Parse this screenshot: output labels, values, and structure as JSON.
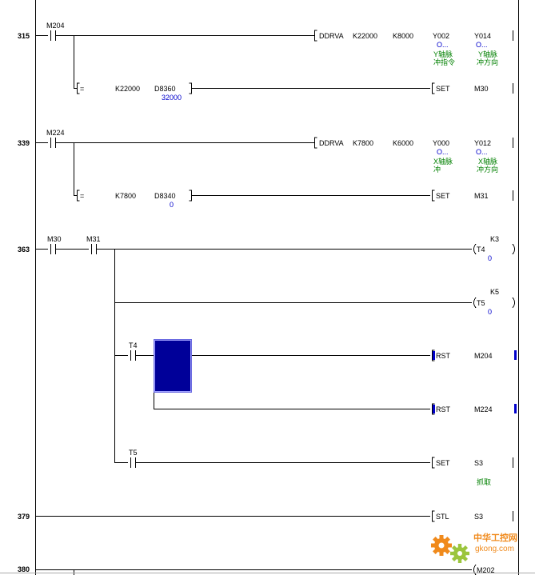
{
  "rungs": {
    "r315": {
      "step": "315",
      "contact": "M204",
      "instr": "DDRVA",
      "ops": [
        "K22000",
        "K8000",
        "Y002",
        "Y014"
      ],
      "sub1": "O...",
      "sub2": "O...",
      "cmt1a": "Y轴脉",
      "cmt1b": "冲指令",
      "cmt2a": "Y轴脉",
      "cmt2b": "冲方向",
      "cmp_op": "=",
      "cmp_k": "K22000",
      "cmp_d": "D8360",
      "cmp_d_val": "32000",
      "set": "SET",
      "set_dev": "M30"
    },
    "r339": {
      "step": "339",
      "contact": "M224",
      "instr": "DDRVA",
      "ops": [
        "K7800",
        "K6000",
        "Y000",
        "Y012"
      ],
      "sub1": "O...",
      "sub2": "O...",
      "cmt1a": "X轴脉",
      "cmt1b": "冲",
      "cmt2a": "X轴脉",
      "cmt2b": "冲方向",
      "cmp_op": "=",
      "cmp_k": "K7800",
      "cmp_d": "D8340",
      "cmp_d_val": "0",
      "set": "SET",
      "set_dev": "M31"
    },
    "r363": {
      "step": "363",
      "c1": "M30",
      "c2": "M31",
      "t4_k": "K3",
      "t4": "T4",
      "t4_val": "0",
      "t5_k": "K5",
      "t5": "T5",
      "t5_val": "0",
      "c_t4": "T4",
      "rst1": "RST",
      "rst1_dev": "M204",
      "rst2": "RST",
      "rst2_dev": "M224",
      "c_t5": "T5",
      "set": "SET",
      "set_dev": "S3",
      "set_cmt": "抓取"
    },
    "r379": {
      "step": "379",
      "stl": "STL",
      "stl_dev": "S3"
    },
    "r380": {
      "step": "380",
      "coil": "M202"
    }
  },
  "watermark": {
    "text1": "中华工控网",
    "text2": "gkong.com"
  },
  "colors": {
    "selection": "#000099",
    "value": "#0000cc",
    "comment": "#008000",
    "watermark": "#f08a1c"
  }
}
